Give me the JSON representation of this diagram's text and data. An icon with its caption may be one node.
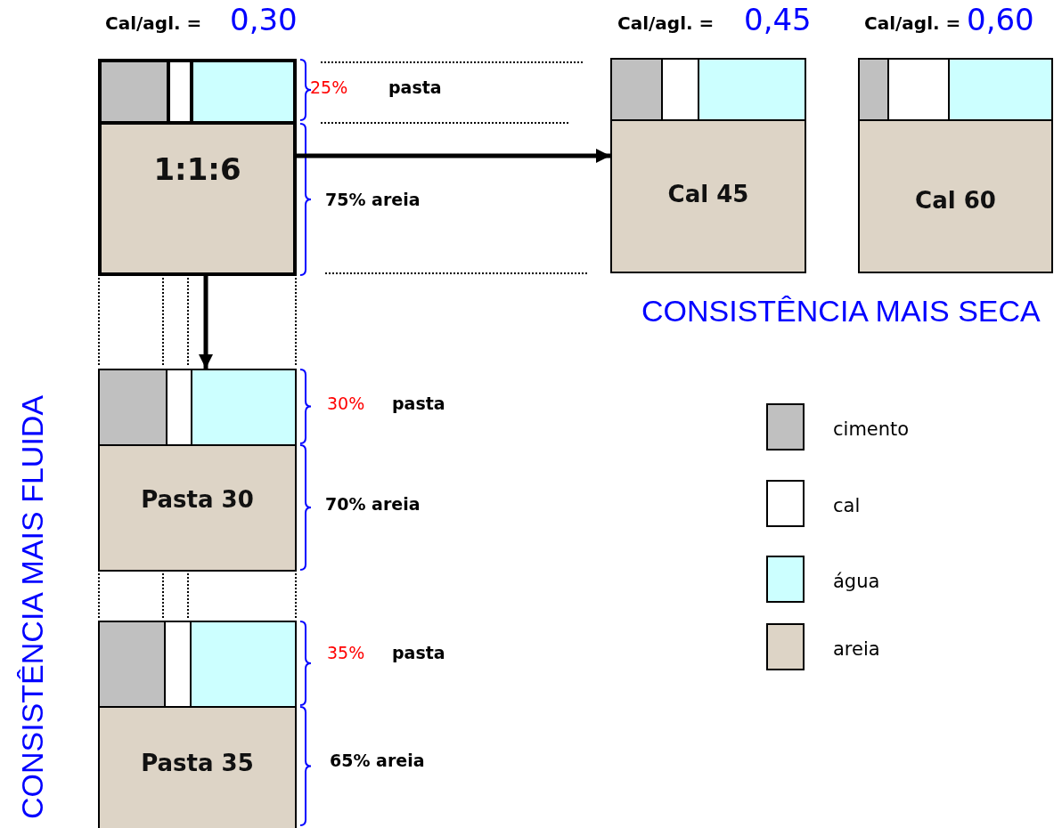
{
  "diagram": {
    "nodes": [
      {
        "text": [
          "1:1:6"
        ],
        "beside": [
          "Cal/agl. =",
          "0,30",
          "25%",
          "pasta",
          "75% areia"
        ]
      },
      {
        "text": [
          "Cal 45"
        ],
        "beside": [
          "Cal/agl. =",
          "0,45"
        ]
      },
      {
        "text": [
          "Cal 60"
        ],
        "beside": [
          "Cal/agl. =",
          "0,60"
        ]
      },
      {
        "text": [
          "Pasta 30"
        ],
        "beside": [
          "30%",
          "pasta",
          "70% areia"
        ]
      },
      {
        "text": [
          "Pasta 35"
        ],
        "beside": [
          "35%",
          "pasta",
          "65% areia"
        ]
      }
    ],
    "edges": [
      {
        "from": 0,
        "to": 1,
        "arrow": "to"
      },
      {
        "from": 0,
        "to": 3,
        "arrow": "to"
      }
    ],
    "labels": [
      "CONSISTÊNCIA MAIS SECA",
      "CONSISTÊNCIA MAIS FLUIDA"
    ],
    "legend": [
      {
        "text": "cimento",
        "color": "#c0c0c0"
      },
      {
        "text": "cal",
        "color": "#ffffff"
      },
      {
        "text": "água",
        "color": "#ccffff"
      },
      {
        "text": "areia",
        "color": "#ddd4c6"
      }
    ]
  }
}
